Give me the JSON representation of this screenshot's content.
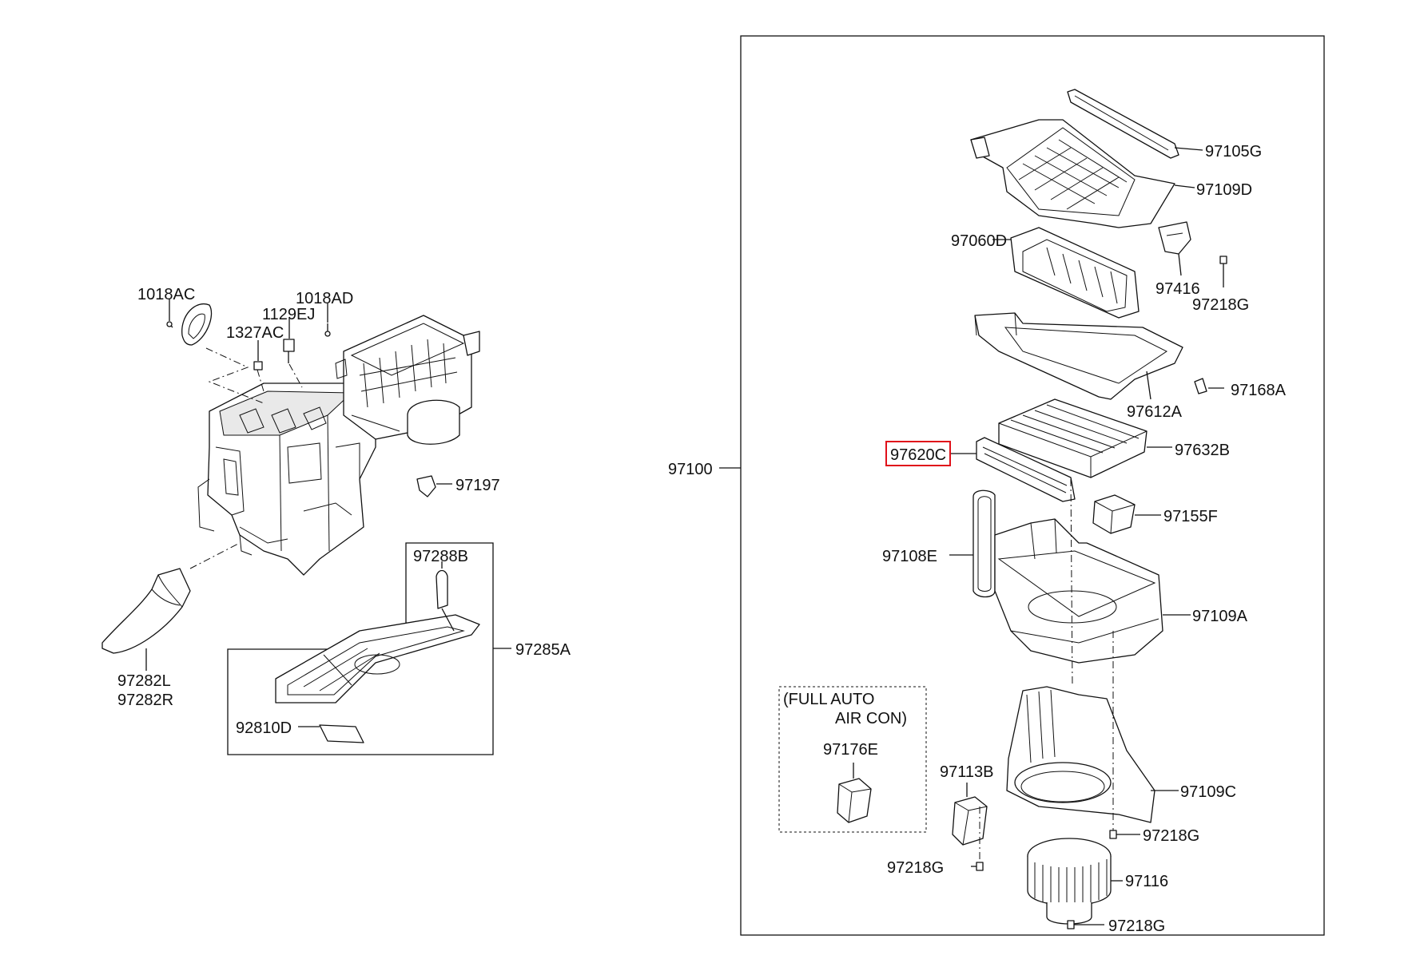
{
  "labels": {
    "l1018ac": "1018AC",
    "l1018ad": "1018AD",
    "l1129ej": "1129EJ",
    "l1327ac": "1327AC",
    "l97197": "97197",
    "l97288b": "97288B",
    "l97285a": "97285A",
    "l97282l": "97282L",
    "l97282r": "97282R",
    "l92810d": "92810D",
    "l97100": "97100",
    "l97105g": "97105G",
    "l97109d": "97109D",
    "l97060d": "97060D",
    "l97416": "97416",
    "l97218g_a": "97218G",
    "l97168a": "97168A",
    "l97612a": "97612A",
    "l97620c": "97620C",
    "l97632b": "97632B",
    "l97155f": "97155F",
    "l97108e": "97108E",
    "l97109a": "97109A",
    "full_auto_1": "(FULL AUTO",
    "full_auto_2": "AIR CON)",
    "l97176e": "97176E",
    "l97113b": "97113B",
    "l97109c": "97109C",
    "l97218g_b": "97218G",
    "l97218g_c": "97218G",
    "l97116": "97116",
    "l97218g_d": "97218G"
  },
  "highlight": {
    "part": "97620C",
    "color": "#e0101a"
  }
}
